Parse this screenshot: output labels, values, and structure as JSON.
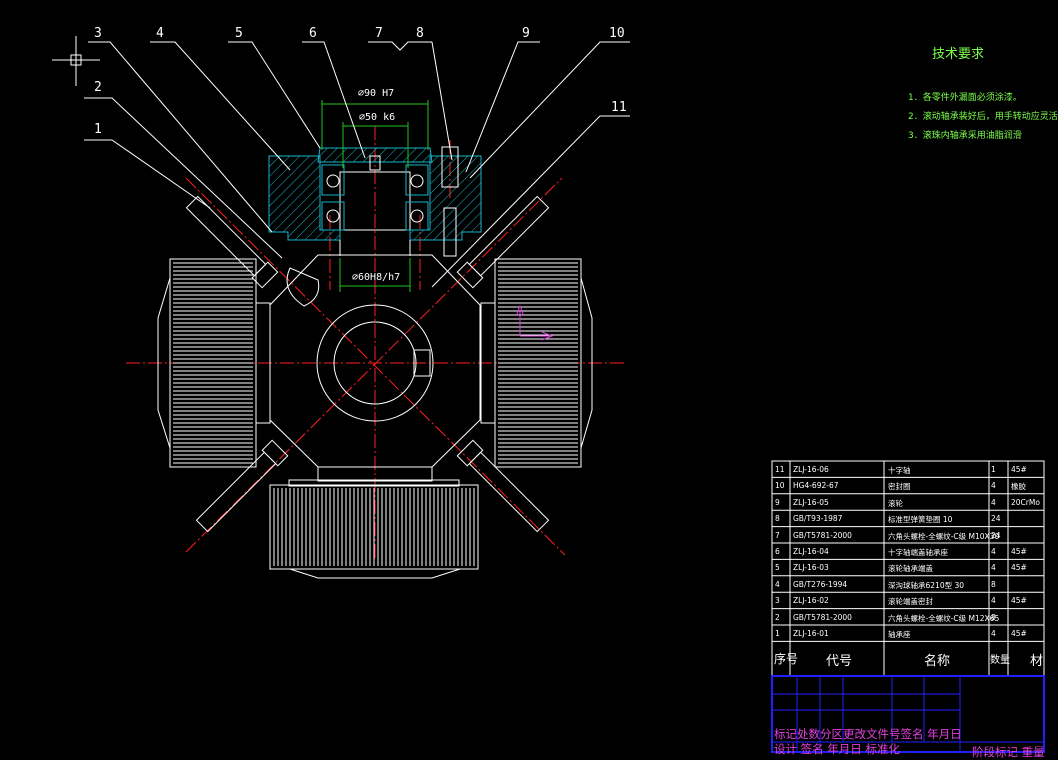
{
  "drawing": {
    "callouts": [
      "1",
      "2",
      "3",
      "4",
      "5",
      "6",
      "7",
      "8",
      "9",
      "10",
      "11"
    ],
    "dimensions": {
      "outer": "⌀90 H7",
      "bearing": "⌀50 k6",
      "fit": "⌀60H8/h7"
    }
  },
  "tech_requirements": {
    "title": "技术要求",
    "items": [
      "1．各零件外漏面必须涂漆。",
      "2．滚动轴承装好后，用手转动应灵活",
      "3．滚珠内轴承采用油脂润滑"
    ]
  },
  "bom": {
    "rows": [
      {
        "no": "11",
        "code": "ZLJ-16-06",
        "name": "十字轴",
        "qty": "1",
        "material": "45#"
      },
      {
        "no": "10",
        "code": "HG4-692-67",
        "name": "密封圈",
        "qty": "4",
        "material": "橡胶"
      },
      {
        "no": "9",
        "code": "ZLJ-16-05",
        "name": "滚轮",
        "qty": "4",
        "material": "20CrMo"
      },
      {
        "no": "8",
        "code": "GB/T93-1987",
        "name": "标准型弹簧垫圈 10",
        "qty": "24",
        "material": ""
      },
      {
        "no": "7",
        "code": "GB/T5781-2000",
        "name": "六角头螺栓-全螺纹-C级 M10X30",
        "qty": "24",
        "material": ""
      },
      {
        "no": "6",
        "code": "ZLJ-16-04",
        "name": "十字轴端盖轴承座",
        "qty": "4",
        "material": "45#"
      },
      {
        "no": "5",
        "code": "ZLJ-16-03",
        "name": "滚轮轴承端盖",
        "qty": "4",
        "material": "45#"
      },
      {
        "no": "4",
        "code": "GB/T276-1994",
        "name": "深沟球轴承6210型 30",
        "qty": "8",
        "material": ""
      },
      {
        "no": "3",
        "code": "ZLJ-16-02",
        "name": "滚轮端盖密封",
        "qty": "4",
        "material": "45#"
      },
      {
        "no": "2",
        "code": "GB/T5781-2000",
        "name": "六角头螺栓-全螺纹-C级 M12X65",
        "qty": "8",
        "material": ""
      },
      {
        "no": "1",
        "code": "ZLJ-16-01",
        "name": "轴承座",
        "qty": "4",
        "material": "45#"
      }
    ],
    "headers": {
      "no": "序号",
      "code": "代号",
      "name": "名称",
      "qty": "数量",
      "material": "材"
    }
  },
  "title_block": {
    "row1": "标记处数分区更改文件号签名 年月日",
    "row2": "设计 签名 年月日 标准化",
    "right": "阶段标记 重量"
  },
  "colors": {
    "background": "#000000",
    "line": "#ffffff",
    "centerline": "#ff2020",
    "hatch": "#19b5c8",
    "text_green": "#7CFF4C",
    "title_block": "#2020ff",
    "title_text": "#e040e0"
  }
}
